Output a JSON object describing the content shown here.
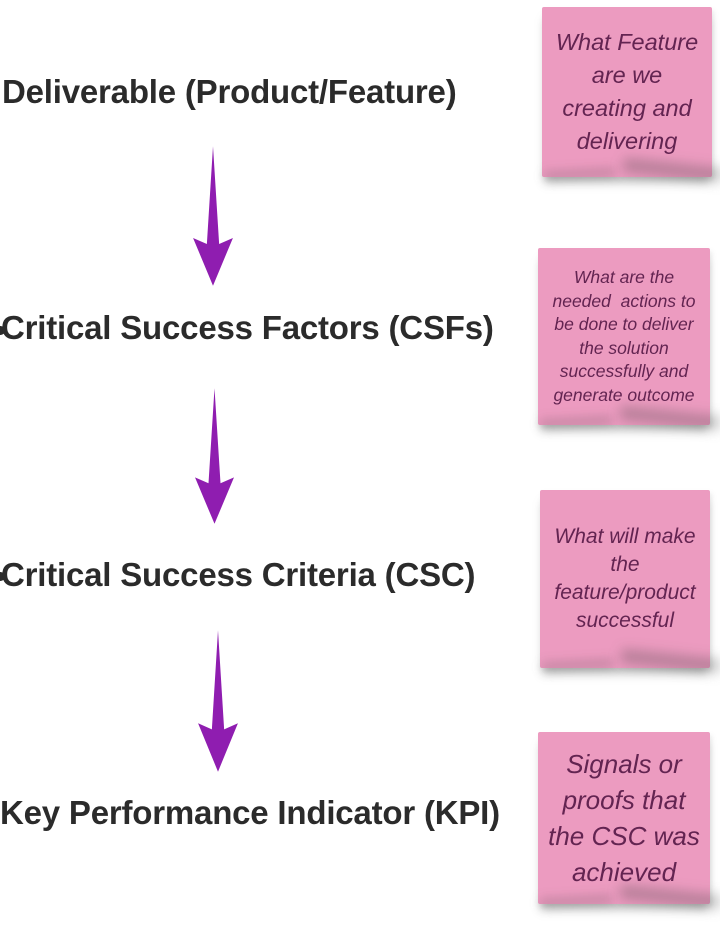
{
  "colors": {
    "arrow": "#8f1db0",
    "heading_text": "#2b2b2b",
    "note_bg": "#ec9bc0",
    "note_text": "#632451",
    "background": "#ffffff"
  },
  "headings": [
    {
      "text": "Deliverable (Product/Feature)"
    },
    {
      "text": "Critical Success Factors (CSFs)"
    },
    {
      "text": "Critical Success Criteria (CSC)"
    },
    {
      "text": "Key Performance Indicator (KPI)"
    }
  ],
  "notes": [
    {
      "lines": [
        "What Feature",
        "are we",
        "creating and",
        "delivering"
      ]
    },
    {
      "lines": [
        "What are the",
        "needed  actions to",
        "be done to deliver",
        "the solution",
        "successfully and",
        "generate outcome"
      ]
    },
    {
      "lines": [
        "What will make",
        "the",
        "feature/product",
        "successful"
      ]
    },
    {
      "lines": [
        "Signals or",
        "proofs that",
        "the CSC was",
        "achieved"
      ]
    }
  ]
}
